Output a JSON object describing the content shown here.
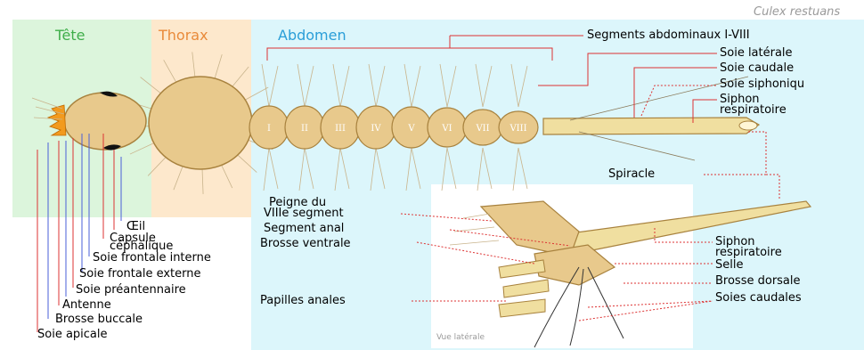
{
  "title": "Culex restuans",
  "sections": {
    "tete": "Tête",
    "thorax": "Thorax",
    "abdomen": "Abdomen"
  },
  "colors": {
    "tete_bg": "#dcf5dc",
    "thorax_bg": "#fde8cc",
    "abdomen_bg": "#dcf6fb",
    "body": "#e8c98c",
    "body_stroke": "#a8823e",
    "tete_text": "#3fae4a",
    "thorax_text": "#e98a3a",
    "abdomen_text": "#2a9ed8"
  },
  "segments": [
    "I",
    "II",
    "III",
    "IV",
    "V",
    "VI",
    "VII",
    "VIII"
  ],
  "labels": {
    "segments_abdominaux": "Segments abdominaux I-VIII",
    "soie_laterale": "Soie latérale",
    "soie_caudale": "Soie caudale",
    "soie_siphonique": "Soie siphoniqu",
    "siphon_resp_1": "Siphon",
    "siphon_resp_2": "respiratoire",
    "spiracle": "Spiracle",
    "peigne_1": "Peigne du",
    "peigne_2": "VIIIe segment",
    "segment_anal": "Segment anal",
    "brosse_ventrale": "Brosse ventrale",
    "papilles_anales": "Papilles anales",
    "siphon2_1": "Siphon",
    "siphon2_2": "respiratoire",
    "selle": "Selle",
    "brosse_dorsale": "Brosse dorsale",
    "soies_caudales": "Soies caudales",
    "oeil": "Œil",
    "capsule_1": "Capsule",
    "capsule_2": "céphalique",
    "soie_frontale_interne": "Soie frontale interne",
    "soie_frontale_externe": "Soie frontale externe",
    "soie_preantennaire": "Soie préantennaire",
    "antenne": "Antenne",
    "brosse_buccale": "Brosse buccale",
    "soie_apicale": "Soie apicale",
    "vue_laterale": "Vue latérale"
  }
}
